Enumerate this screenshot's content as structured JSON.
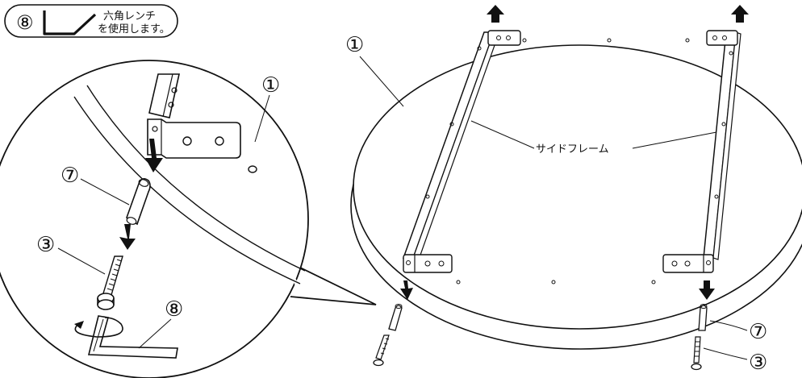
{
  "tool_note": {
    "number": "⑧",
    "line1": "六角レンチ",
    "line2": "を使用します。"
  },
  "parts": {
    "tabletop": "①",
    "spacer": "⑦",
    "bolt": "③",
    "wrench": "⑧"
  },
  "labels": {
    "side_frame": "サイドフレーム"
  },
  "colors": {
    "line": "#111111",
    "background": "#ffffff",
    "highlight": "#f4f4f4"
  }
}
